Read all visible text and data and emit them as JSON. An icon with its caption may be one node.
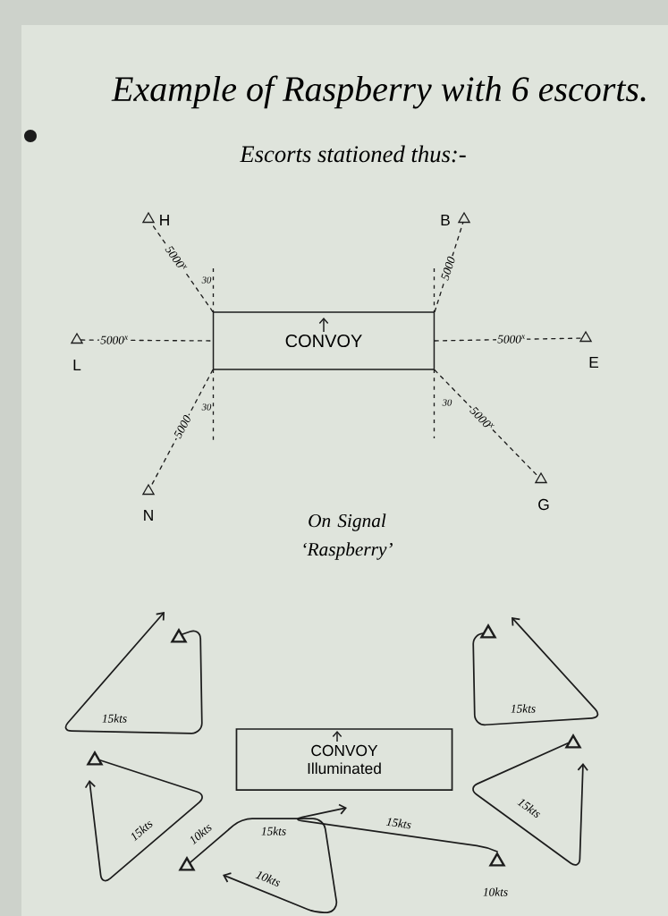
{
  "diagram": {
    "title": "Example of Raspberry with 6 escorts.",
    "nodes": [
      {
        "text": [],
        "shape": "triangle",
        "beside": [
          "H"
        ]
      },
      {
        "text": [],
        "shape": "triangle",
        "beside": [
          "B"
        ]
      },
      {
        "text": [
          "CONVOY"
        ]
      },
      {
        "text": [],
        "shape": "triangle",
        "beside": [
          "L"
        ]
      },
      {
        "text": [],
        "shape": "triangle",
        "beside": [
          "E"
        ]
      },
      {
        "text": [],
        "shape": "triangle",
        "beside": [
          "G"
        ]
      },
      {
        "text": [],
        "shape": "triangle",
        "beside": [
          "N"
        ]
      },
      {
        "text": [],
        "shape": "triangle"
      },
      {
        "text": [],
        "shape": "triangle"
      },
      {
        "text": [
          "CONVOY Illuminated"
        ]
      },
      {
        "text": [],
        "shape": "triangle"
      },
      {
        "text": [],
        "shape": "triangle"
      },
      {
        "text": [],
        "shape": "triangle"
      },
      {
        "text": [],
        "shape": "triangle",
        "beside": [
          "10kts"
        ]
      }
    ],
    "edges": [
      {
        "from": 2,
        "to": 0,
        "arrow": "none",
        "style": "dashed",
        "label": "5000$^{x}$"
      },
      {
        "from": 2,
        "to": 1,
        "arrow": "none",
        "style": "dashed",
        "label": "5000"
      },
      {
        "from": 3,
        "to": 2,
        "arrow": "none",
        "style": "dashed",
        "label": "5000$^{x}$"
      },
      {
        "from": 2,
        "to": 4,
        "arrow": "none",
        "style": "dashed",
        "label": "5000$^{x}$"
      },
      {
        "from": 2,
        "to": 5,
        "arrow": "none",
        "style": "dashed",
        "label": "5000$^{x}$"
      },
      {
        "from": 2,
        "to": 6,
        "arrow": "none",
        "style": "dashed",
        "label": "5000"
      },
      {
        "from": 7,
        "to": null,
        "arrow": "to",
        "label": "15kts"
      },
      {
        "from": 8,
        "to": null,
        "arrow": "to",
        "label": "15kts"
      },
      {
        "from": 10,
        "to": null,
        "arrow": "to",
        "label": "15kts"
      },
      {
        "from": 11,
        "to": null,
        "arrow": "to",
        "label": "15kts"
      },
      {
        "from": 12,
        "to": null,
        "arrow": "to",
        "label": "15kts"
      },
      {
        "from": 13,
        "to": null,
        "arrow": "to",
        "label": "15kts"
      }
    ],
    "labels": [
      "Escorts stationed thus:-",
      "30",
      "30",
      "30",
      "On Signal ‘Raspberry’",
      "10kts",
      "10kts"
    ]
  }
}
